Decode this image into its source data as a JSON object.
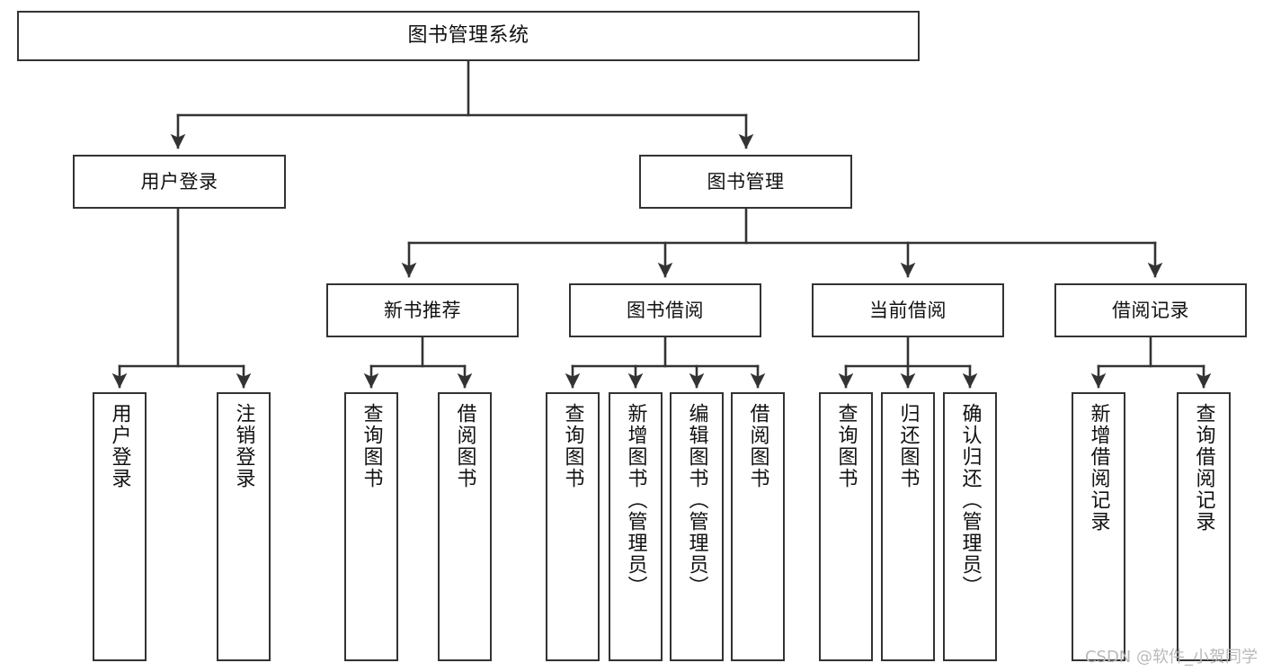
{
  "diagram": {
    "type": "tree-hierarchy-chart",
    "title": "图书管理系统",
    "line_color": "#333333",
    "box_fill": "#ffffff",
    "text_color": "#111111",
    "nodes": {
      "root": {
        "label": "图书管理系统"
      },
      "level2": [
        {
          "id": "user-login",
          "label": "用户登录"
        },
        {
          "id": "book-manage",
          "label": "图书管理"
        }
      ],
      "level3": [
        {
          "id": "new-book-recommend",
          "label": "新书推荐"
        },
        {
          "id": "book-borrow",
          "label": "图书借阅"
        },
        {
          "id": "current-borrow",
          "label": "当前借阅"
        },
        {
          "id": "borrow-record",
          "label": "借阅记录"
        }
      ],
      "leaves": {
        "user-login": [
          {
            "id": "leaf-user-login",
            "label": "用户登录"
          },
          {
            "id": "leaf-user-logout",
            "label": "注销登录"
          }
        ],
        "new-book-recommend": [
          {
            "id": "leaf-query-book-1",
            "label": "查询图书"
          },
          {
            "id": "leaf-borrow-book-1",
            "label": "借阅图书"
          }
        ],
        "book-borrow": [
          {
            "id": "leaf-query-book-2",
            "label": "查询图书"
          },
          {
            "id": "leaf-add-book",
            "label": "新增图书（管理员）"
          },
          {
            "id": "leaf-edit-book",
            "label": "编辑图书（管理员）"
          },
          {
            "id": "leaf-borrow-book-2",
            "label": "借阅图书"
          }
        ],
        "current-borrow": [
          {
            "id": "leaf-query-book-3",
            "label": "查询图书"
          },
          {
            "id": "leaf-return-book",
            "label": "归还图书"
          },
          {
            "id": "leaf-confirm-return",
            "label": "确认归还（管理员）"
          }
        ],
        "borrow-record": [
          {
            "id": "leaf-add-record",
            "label": "新增借阅记录"
          },
          {
            "id": "leaf-query-record",
            "label": "查询借阅记录"
          }
        ]
      }
    }
  },
  "watermark": {
    "text": "CSDN @软件_小贺同学"
  }
}
